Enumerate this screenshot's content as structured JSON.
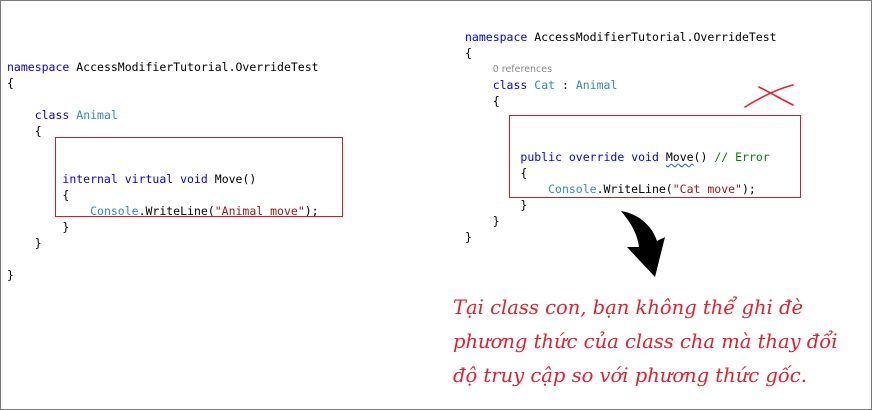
{
  "left_code": {
    "ns_keyword": "namespace",
    "ns_name": "AccessModifierTutorial.OverrideTest",
    "open_brace": "{",
    "close_brace": "}",
    "class_keyword": "class",
    "class_name": "Animal",
    "class_open": "{",
    "class_close": "}",
    "method_mod1": "internal",
    "method_mod2": "virtual",
    "method_ret": "void",
    "method_name": "Move()",
    "method_open": "{",
    "method_close": "}",
    "call_type": "Console",
    "call_method": ".WriteLine(",
    "call_arg": "\"Animal move\"",
    "call_end": ");"
  },
  "right_code": {
    "ns_keyword": "namespace",
    "ns_name": "AccessModifierTutorial.OverrideTest",
    "open_brace": "{",
    "close_brace": "}",
    "references": "0 references",
    "class_keyword": "class",
    "class_name": "Cat",
    "class_sep": " : ",
    "base_name": "Animal",
    "class_open": "{",
    "class_close": "}",
    "method_mod1": "public",
    "method_mod2": "override",
    "method_ret": "void",
    "method_name": "Move",
    "method_params": "()",
    "comment": "// Error",
    "method_open": "{",
    "method_close": "}",
    "call_type": "Console",
    "call_method": ".WriteLine(",
    "call_arg": "\"Cat move\"",
    "call_end": ");"
  },
  "annotation": {
    "line1": "Tại class con, bạn không thể ghi đè",
    "line2": "phương thức của class cha mà thay đổi",
    "line3": "độ truy cập so với phương thức gốc.",
    "color": "#e8202c"
  },
  "colors": {
    "keyword": "#0000ff",
    "type": "#2b91af",
    "string": "#a31515",
    "comment": "#008000",
    "highlight_box": "#d11a2a"
  }
}
